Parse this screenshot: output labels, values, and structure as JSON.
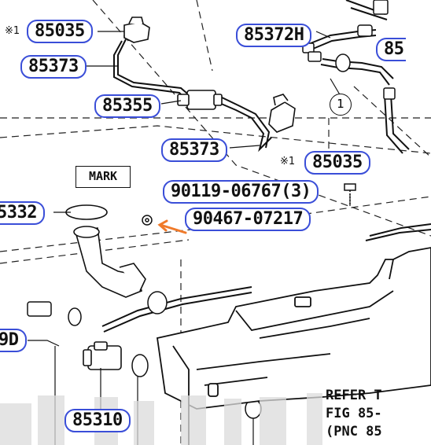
{
  "diagram": {
    "callouts": [
      {
        "id": "c-85035-top",
        "label": "85035"
      },
      {
        "id": "c-85372h",
        "label": "85372H"
      },
      {
        "id": "c-85-right",
        "label": "85"
      },
      {
        "id": "c-85373-top",
        "label": "85373"
      },
      {
        "id": "c-85355",
        "label": "85355"
      },
      {
        "id": "c-85373-mid",
        "label": "85373"
      },
      {
        "id": "c-85035-mid",
        "label": "85035"
      },
      {
        "id": "c-90119",
        "label": "90119-06767(3)"
      },
      {
        "id": "c-85332",
        "label": "5332"
      },
      {
        "id": "c-90467",
        "label": "90467-07217"
      },
      {
        "id": "c-9d",
        "label": "9D"
      },
      {
        "id": "c-85310",
        "label": "85310"
      }
    ],
    "star_notes": [
      "※1",
      "※1"
    ],
    "circle_ref": "1",
    "mark_label": "MARK",
    "refer_note": [
      "REFER T",
      "FIG 85-",
      "(PNC 85"
    ],
    "colors": {
      "callout_border": "#3a4ed8",
      "arrow": "#f07a2a",
      "line": "#111111"
    }
  }
}
